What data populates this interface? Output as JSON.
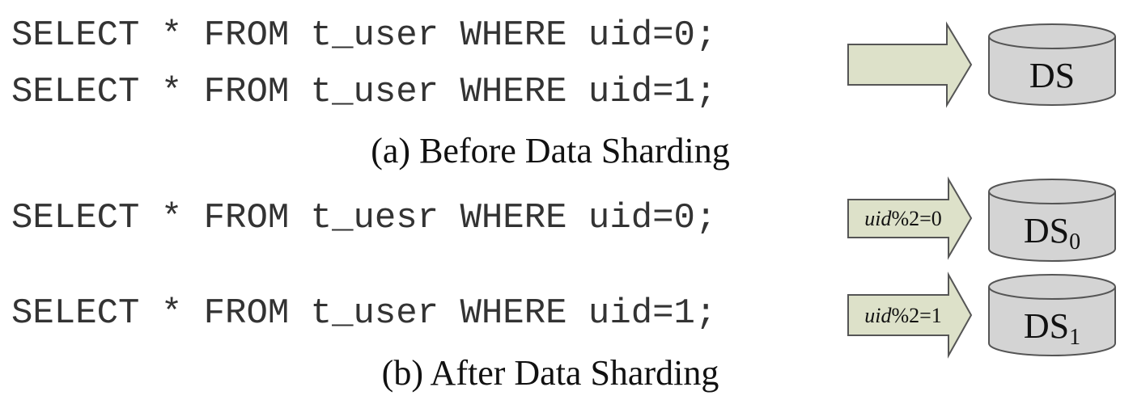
{
  "section_a": {
    "queries": [
      "SELECT * FROM t_user WHERE uid=0;",
      "SELECT * FROM t_user WHERE uid=1;"
    ],
    "datasource": "DS",
    "caption": "(a) Before Data Sharding"
  },
  "section_b": {
    "rows": [
      {
        "query": "SELECT * FROM t_uesr WHERE uid=0;",
        "rule_var": "uid",
        "rule_rest": "%2=0",
        "ds": "DS",
        "ds_sub": "0"
      },
      {
        "query": "SELECT * FROM t_user WHERE uid=1;",
        "rule_var": "uid",
        "rule_rest": "%2=1",
        "ds": "DS",
        "ds_sub": "1"
      }
    ],
    "caption": "(b) After Data Sharding"
  },
  "colors": {
    "arrow_fill": "#dde1c9",
    "cylinder_fill": "#d4d4d4",
    "stroke": "#555555"
  }
}
